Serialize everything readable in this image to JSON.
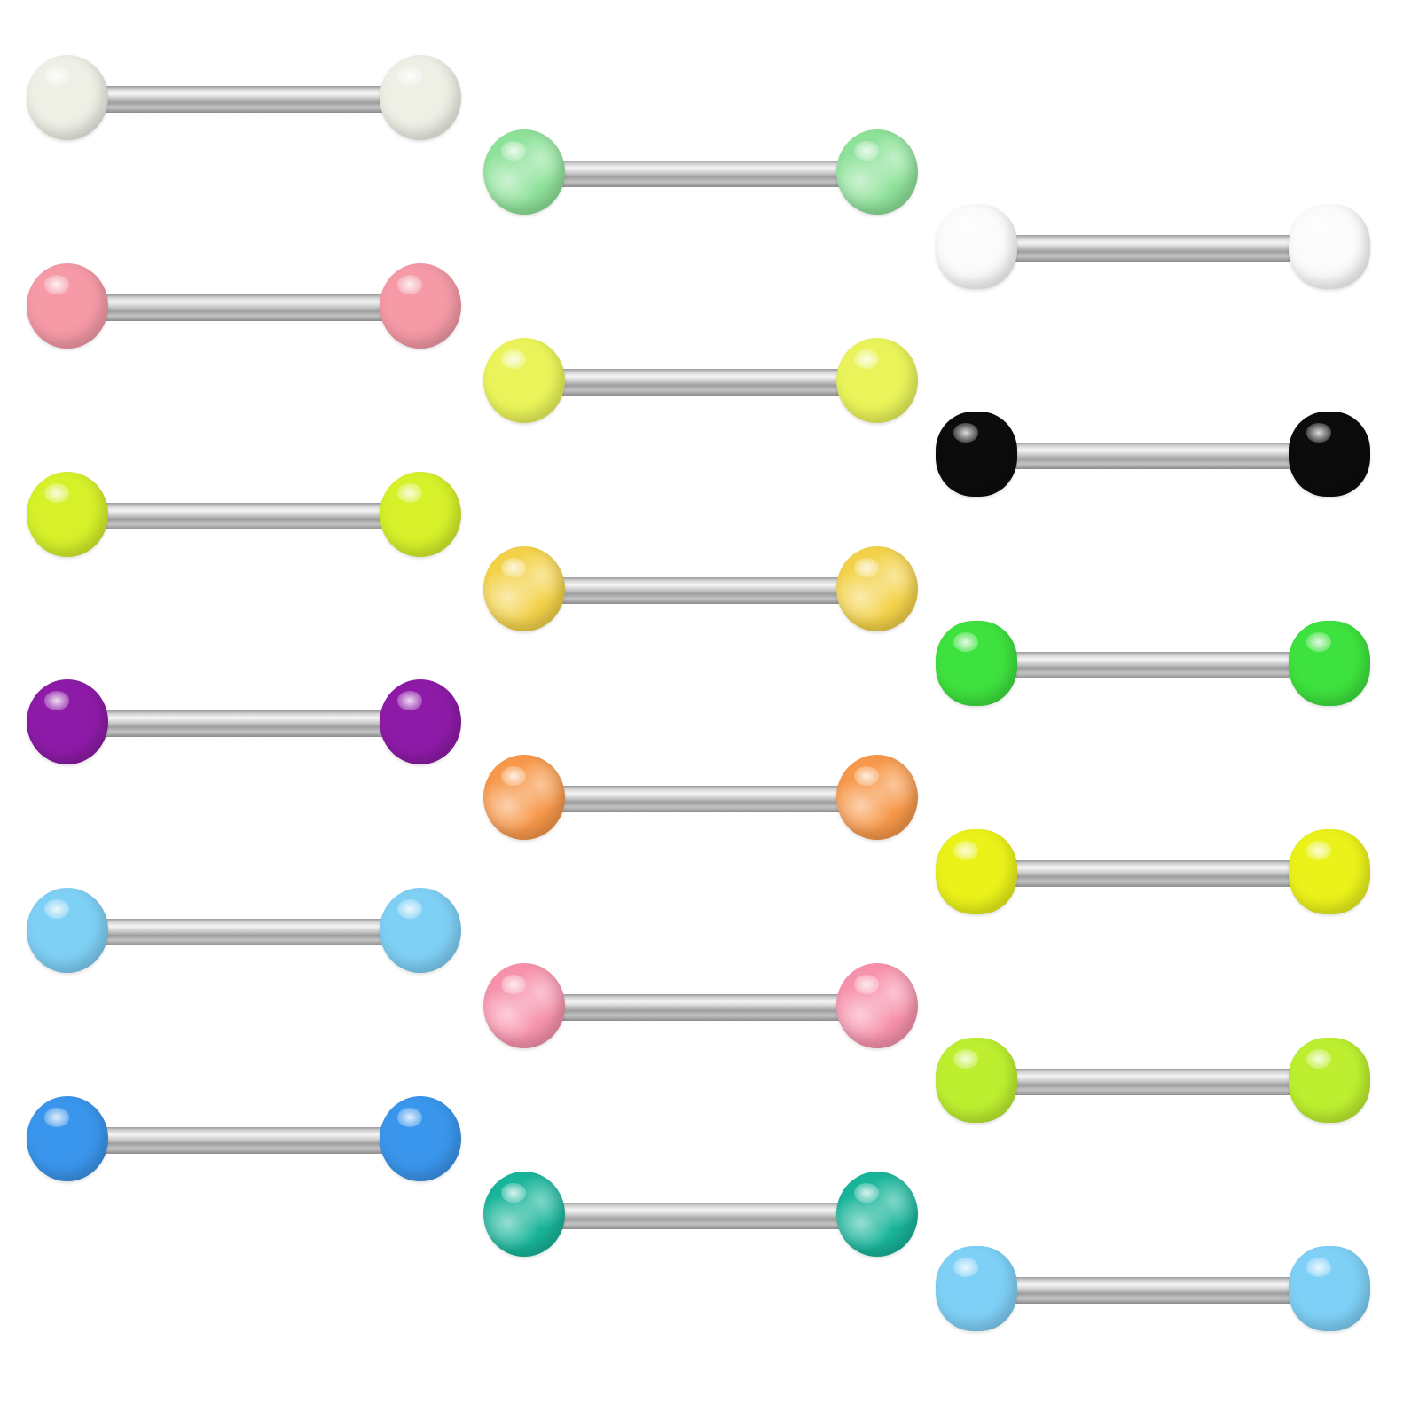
{
  "product": {
    "items": [
      {
        "color": "#eef0e6",
        "finish": "glossy"
      },
      {
        "color": "#f59aa6",
        "finish": "glossy"
      },
      {
        "color": "#d6f02a",
        "finish": "glossy"
      },
      {
        "color": "#8e1ba8",
        "finish": "glossy"
      },
      {
        "color": "#7fd0f5",
        "finish": "glossy"
      },
      {
        "color": "#3a96ec",
        "finish": "glossy"
      },
      {
        "color": "#8fe29a",
        "finish": "marbled"
      },
      {
        "color": "#eaf45a",
        "finish": "glossy"
      },
      {
        "color": "#f3d24a",
        "finish": "marbled"
      },
      {
        "color": "#f7984a",
        "finish": "marbled"
      },
      {
        "color": "#f792ac",
        "finish": "marbled"
      },
      {
        "color": "#19b59a",
        "finish": "marbled"
      },
      {
        "color": "#fbfbfb",
        "finish": "faceted"
      },
      {
        "color": "#0c0c0c",
        "finish": "faceted"
      },
      {
        "color": "#3ee23e",
        "finish": "faceted"
      },
      {
        "color": "#eaf21a",
        "finish": "faceted"
      },
      {
        "color": "#bdef30",
        "finish": "faceted"
      },
      {
        "color": "#7fd0f7",
        "finish": "faceted"
      }
    ]
  }
}
